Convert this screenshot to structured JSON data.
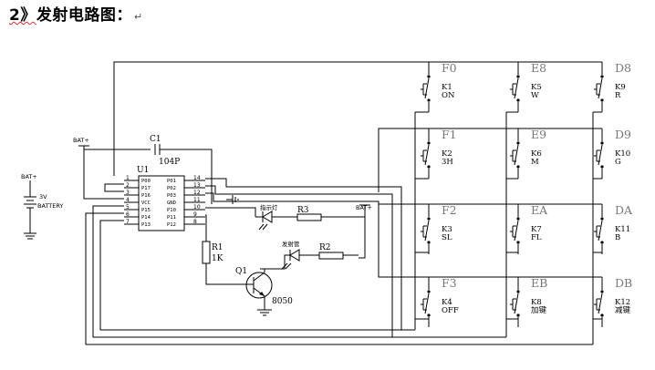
{
  "heading": {
    "number": "2》",
    "title": "发射电路图：",
    "mark": "↵"
  },
  "power": {
    "bat_label": "BAT+",
    "voltage": "3V",
    "name": "BATTERY"
  },
  "capacitor": {
    "ref": "C1",
    "value": "104P"
  },
  "ic": {
    "ref": "U1",
    "left_pins": [
      "P00",
      "P17",
      "P16",
      "VCC",
      "P15",
      "P14",
      "P13"
    ],
    "right_pins": [
      "P01",
      "P02",
      "P03",
      "GND",
      "P10",
      "P11",
      "P12"
    ],
    "left_nums": [
      "1",
      "2",
      "3",
      "4",
      "5",
      "6",
      "7"
    ],
    "right_nums": [
      "14",
      "13",
      "12",
      "11",
      "10",
      "9",
      "8"
    ]
  },
  "indicator": {
    "label": "指示灯",
    "resistor": "R3"
  },
  "emitter": {
    "label": "发射管",
    "resistor": "R2"
  },
  "r1": {
    "ref": "R1",
    "value": "1K"
  },
  "transistor": {
    "ref": "Q1",
    "model": "8050"
  },
  "keys": [
    {
      "code": "F0",
      "ref": "K1",
      "fn": "ON"
    },
    {
      "code": "E8",
      "ref": "K5",
      "fn": "W"
    },
    {
      "code": "D8",
      "ref": "K9",
      "fn": "R"
    },
    {
      "code": "F1",
      "ref": "K2",
      "fn": "3H"
    },
    {
      "code": "E9",
      "ref": "K6",
      "fn": "M"
    },
    {
      "code": "D9",
      "ref": "K10",
      "fn": "G"
    },
    {
      "code": "F2",
      "ref": "K3",
      "fn": "SL"
    },
    {
      "code": "EA",
      "ref": "K7",
      "fn": "FL"
    },
    {
      "code": "DA",
      "ref": "K11",
      "fn": "B"
    },
    {
      "code": "F3",
      "ref": "K4",
      "fn": "OFF"
    },
    {
      "code": "EB",
      "ref": "K8",
      "fn": "加键"
    },
    {
      "code": "DB",
      "ref": "K12",
      "fn": "减键"
    }
  ]
}
